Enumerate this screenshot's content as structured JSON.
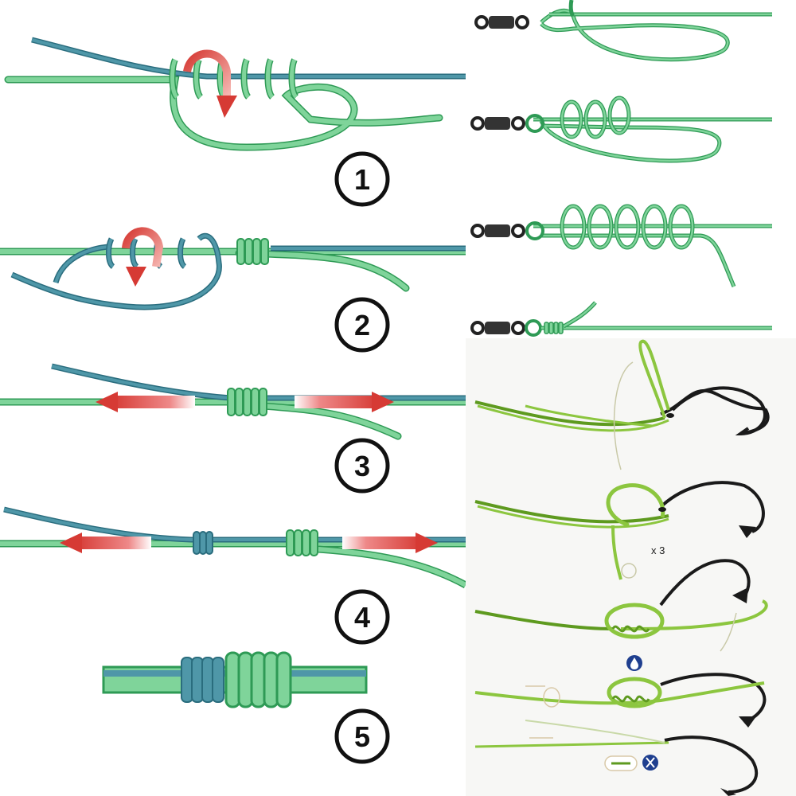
{
  "colors": {
    "green_line": "#7fd49a",
    "green_stroke": "#2e9a55",
    "blue_line": "#4f97a8",
    "blue_stroke": "#2a6d7e",
    "arrow_red": "#d63a34",
    "hook_black": "#1a1a1a",
    "lime_line": "#8cc63f",
    "lime_stroke": "#5e9a1f",
    "badge_blue": "#1f3f8f"
  },
  "left_panel": {
    "steps": [
      {
        "label": "1"
      },
      {
        "label": "2"
      },
      {
        "label": "3"
      },
      {
        "label": "4"
      },
      {
        "label": "5"
      }
    ]
  },
  "right_bottom_panel": {
    "turns_label": "x 3",
    "badge_icons": [
      "water-drop-icon",
      "scissors-icon"
    ]
  }
}
